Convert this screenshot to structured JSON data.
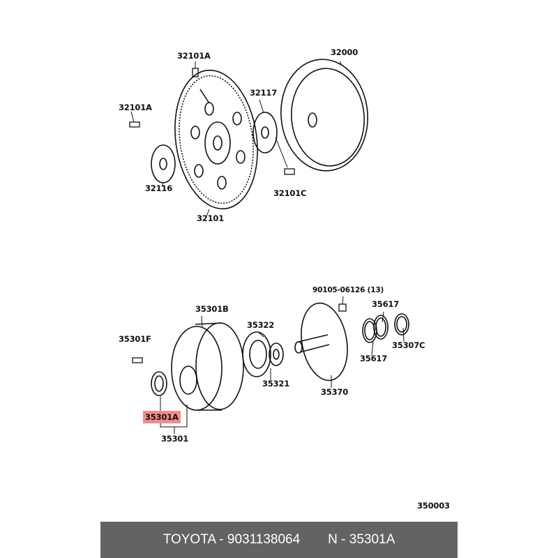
{
  "labels": {
    "l32101A_top": "32101A",
    "l32000": "32000",
    "l32117": "32117",
    "l32101A_left": "32101A",
    "l32116": "32116",
    "l32101C": "32101C",
    "l32101": "32101",
    "l90105": "90105-06126 (13)",
    "l35617_top": "35617",
    "l35301B": "35301B",
    "l35322": "35322",
    "l35301F": "35301F",
    "l35307C": "35307C",
    "l35617_bottom": "35617",
    "l35321": "35321",
    "l35370": "35370",
    "l35301A": "35301A",
    "l35301": "35301",
    "diagram_code": "350003"
  },
  "highlight_color": "#f28b8b",
  "footer": {
    "part": "TOYOTA - 9031138064",
    "ref": "N - 35301A"
  }
}
